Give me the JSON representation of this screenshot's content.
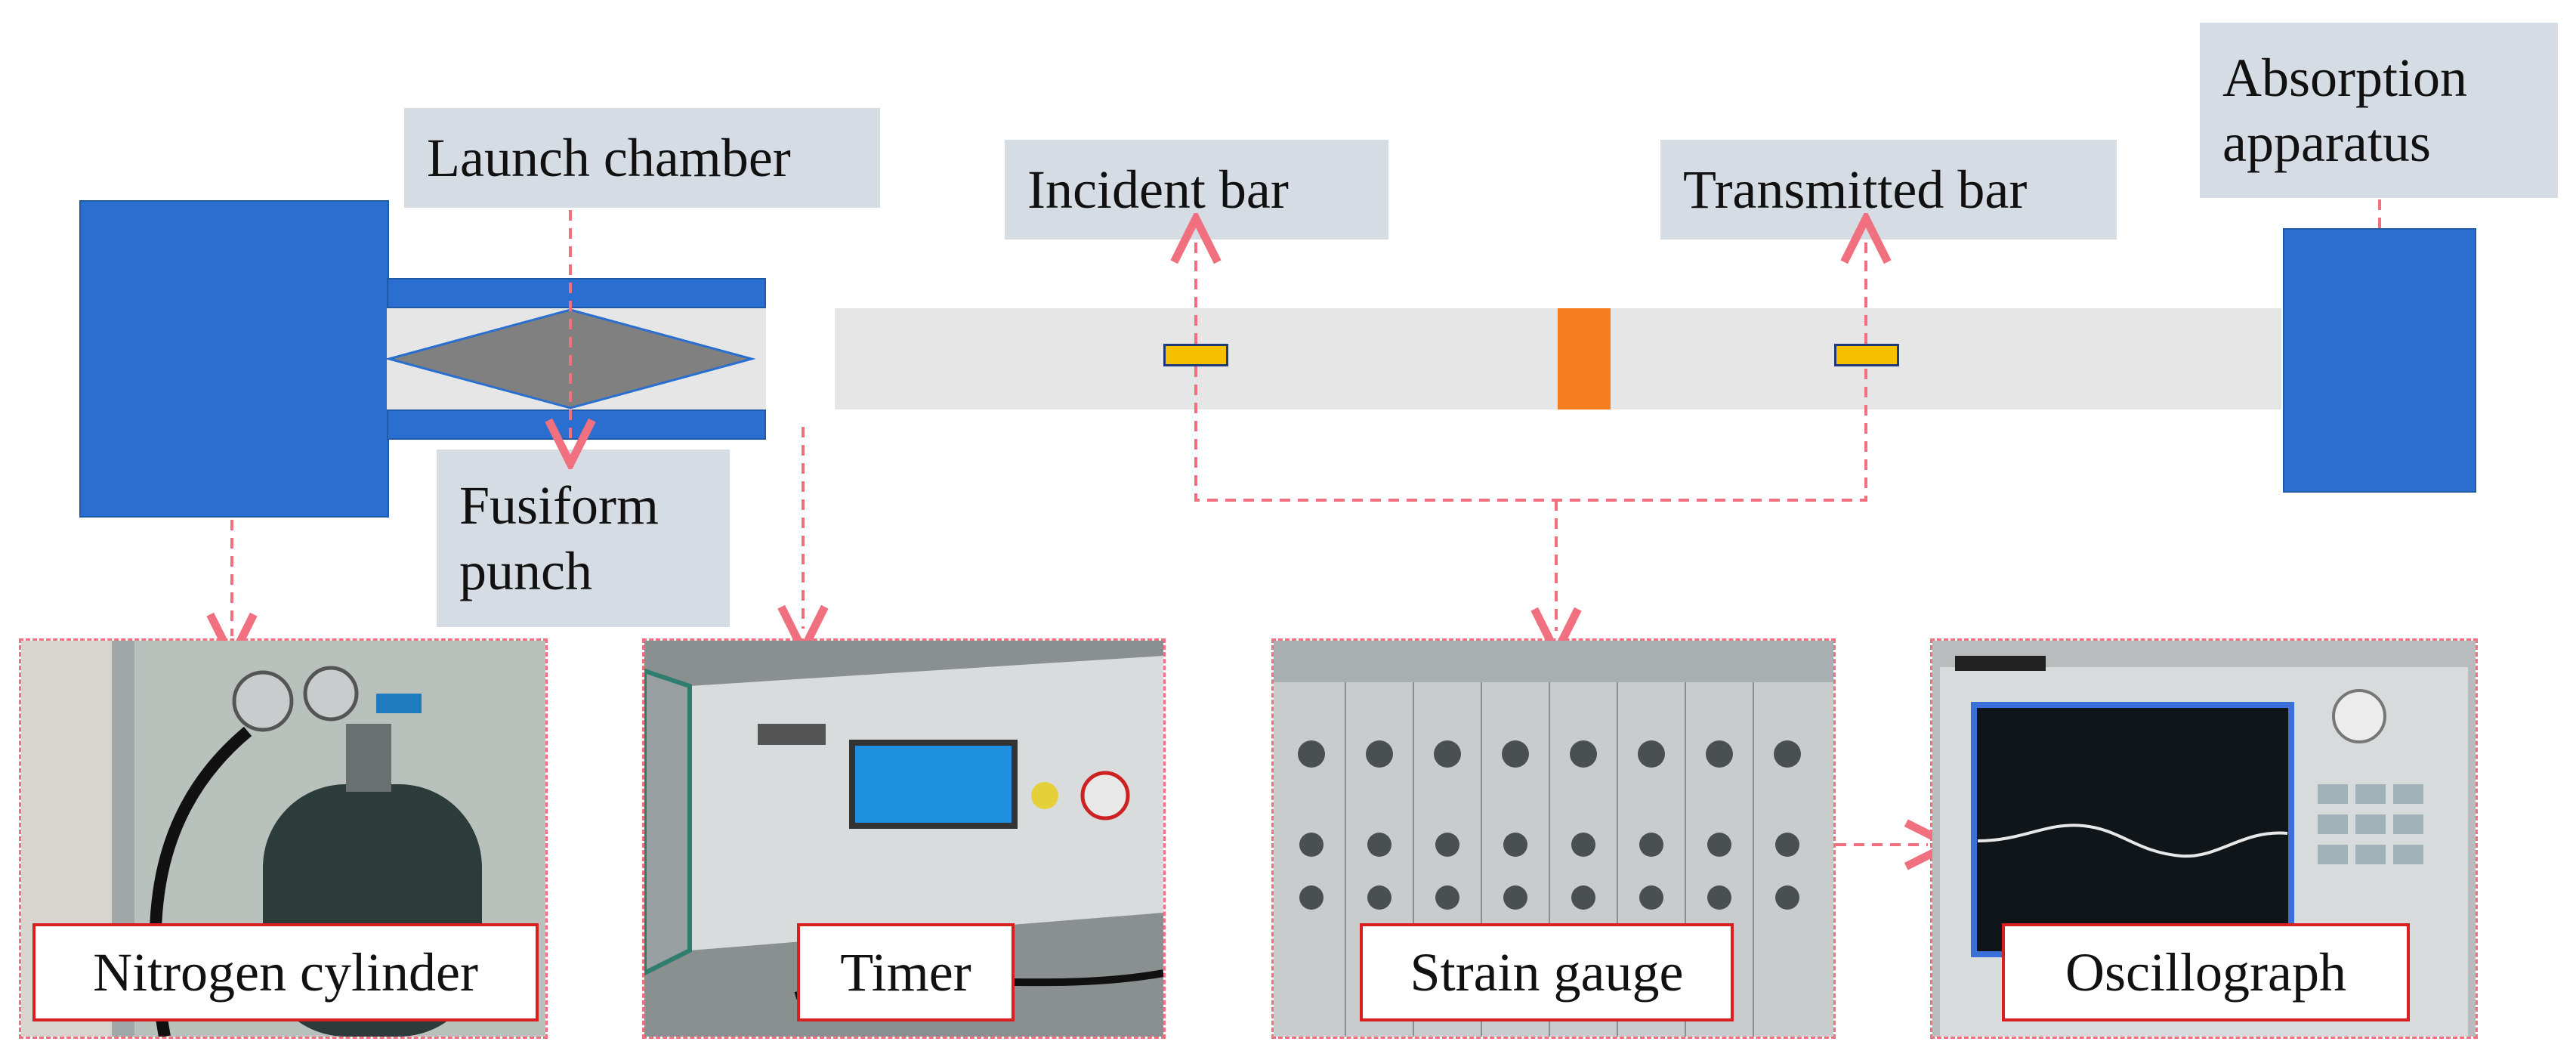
{
  "diagram": {
    "labels": {
      "launch_chamber": "Launch chamber",
      "fusiform_punch_line1": "Fusiform",
      "fusiform_punch_line2": "punch",
      "incident_bar": "Incident bar",
      "transmitted_bar": "Transmitted bar",
      "absorption_line1": "Absorption",
      "absorption_line2": "apparatus"
    },
    "devices": [
      {
        "label": "Nitrogen cylinder"
      },
      {
        "label": "Timer"
      },
      {
        "label": "Strain gauge"
      },
      {
        "label": "Oscillograph"
      }
    ],
    "colors": {
      "apparatus_blue": "#2a6fd0",
      "bar_gray": "#e6e6e6",
      "specimen_orange": "#f57f20",
      "gauge_yellow": "#f6c000",
      "connector_pink": "#f07080",
      "label_bg": "#d6dce4",
      "device_label_border": "#d92020"
    }
  }
}
